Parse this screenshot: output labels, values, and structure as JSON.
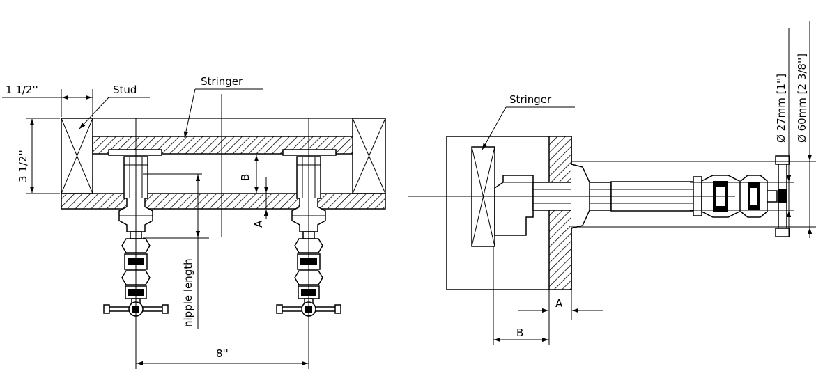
{
  "labels": {
    "stud_width": "1 1/2''",
    "stud": "Stud",
    "stringer_left": "Stringer",
    "stud_height": "3 1/2''",
    "dim_b_left": "B",
    "dim_a_left": "A",
    "nipple_length": "nipple length",
    "spacing": "8''",
    "stringer_right": "Stringer",
    "dim_a_right": "A",
    "dim_b_right": "B",
    "dia_27": "Ø 27mm [1'']",
    "dia_60": "Ø 60mm [2 3/8'']"
  }
}
